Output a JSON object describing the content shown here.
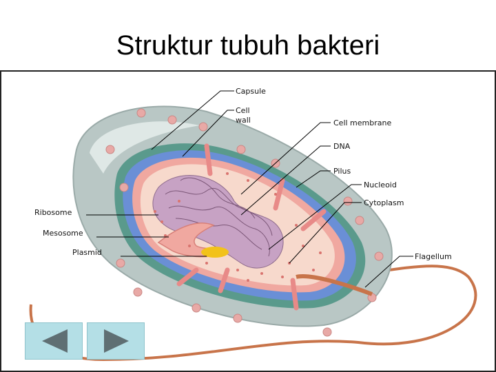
{
  "title": "Struktur tubuh bakteri",
  "labels": {
    "capsule": "Capsule",
    "cell_wall_1": "Cell",
    "cell_wall_2": "wall",
    "cell_membrane": "Cell membrane",
    "dna": "DNA",
    "pilus": "Pilus",
    "nucleoid": "Nucleoid",
    "cytoplasm": "Cytoplasm",
    "ribosome": "Ribosome",
    "mesosome": "Mesosome",
    "plasmid": "Plasmid",
    "flagellum": "Flagellum"
  },
  "colors": {
    "capsule": "#b9c7c5",
    "cell_wall": "#5a9a8c",
    "membrane": "#6a8fd6",
    "cytoplasm": "#f7d9cc",
    "nucleoid": "#c7a2c4",
    "flagellum": "#c8744a",
    "plasmid": "#f2c21a",
    "nav_button": "#b4dfe6",
    "nav_arrow": "#5f6f73"
  },
  "navigation": {
    "prev_icon": "triangle-left-icon",
    "next_icon": "triangle-right-icon"
  }
}
